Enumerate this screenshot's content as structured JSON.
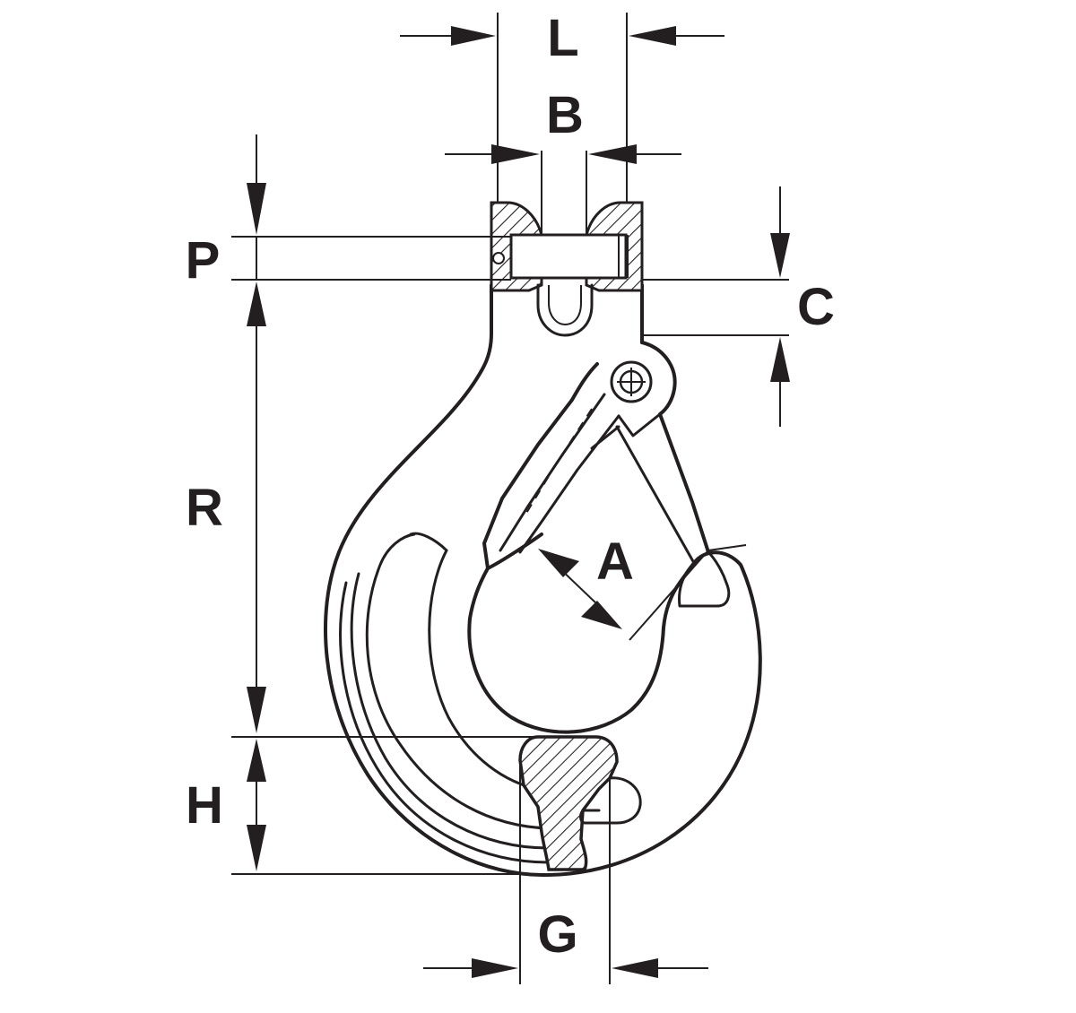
{
  "diagram": {
    "labels": {
      "L": "L",
      "B": "B",
      "P": "P",
      "C": "C",
      "R": "R",
      "A": "A",
      "H": "H",
      "G": "G"
    },
    "colors": {
      "ink": "#231f20",
      "background": "#ffffff"
    }
  }
}
